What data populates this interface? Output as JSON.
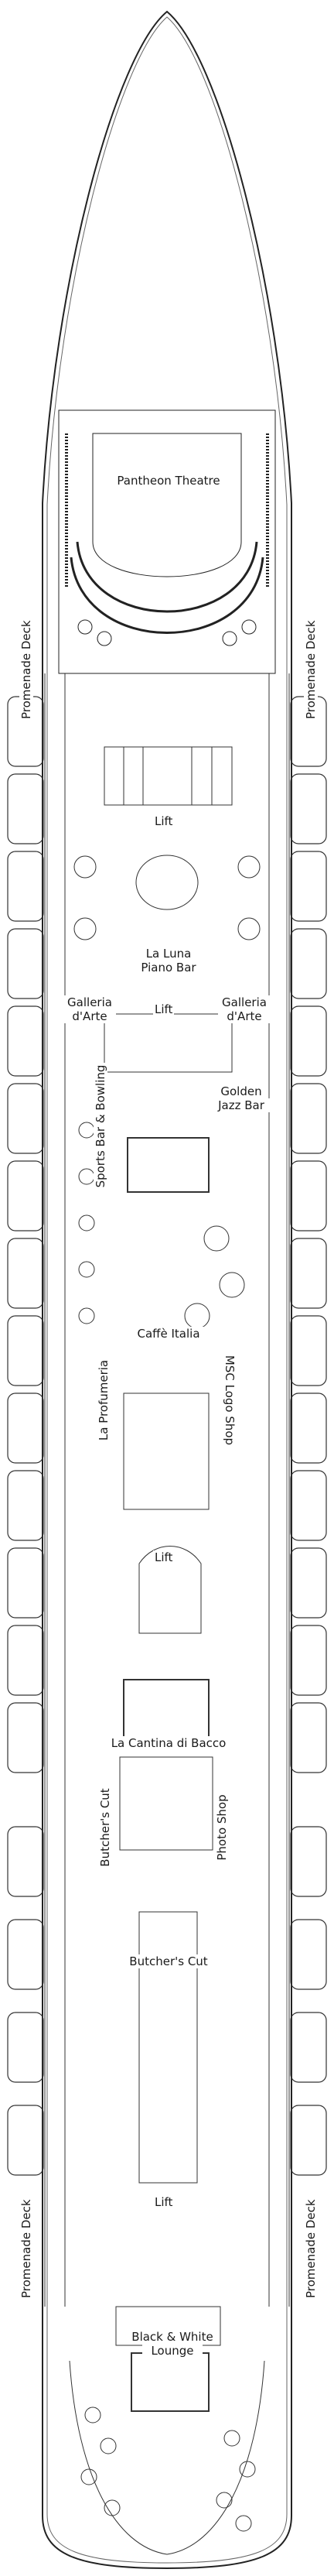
{
  "deck": {
    "labels": {
      "pantheon_theatre": "Pantheon Theatre",
      "promenade_deck": "Promenade Deck",
      "lift": "Lift",
      "la_luna_piano_bar": [
        "La Luna",
        "Piano Bar"
      ],
      "galleria_darte": [
        "Galleria",
        "d'Arte"
      ],
      "golden_jazz_bar": [
        "Golden",
        "Jazz Bar"
      ],
      "sports_bar_bowling": "Sports Bar & Bowling",
      "caffe_italia": "Caffè Italia",
      "la_profumeria": "La Profumeria",
      "msc_logo_shop": "MSC Logo Shop",
      "la_cantina_di_bacco": "La Cantina di Bacco",
      "butchers_cut": "Butcher's Cut",
      "photo_shop": "Photo Shop",
      "black_white_lounge": [
        "Black & White",
        "Lounge"
      ]
    }
  }
}
